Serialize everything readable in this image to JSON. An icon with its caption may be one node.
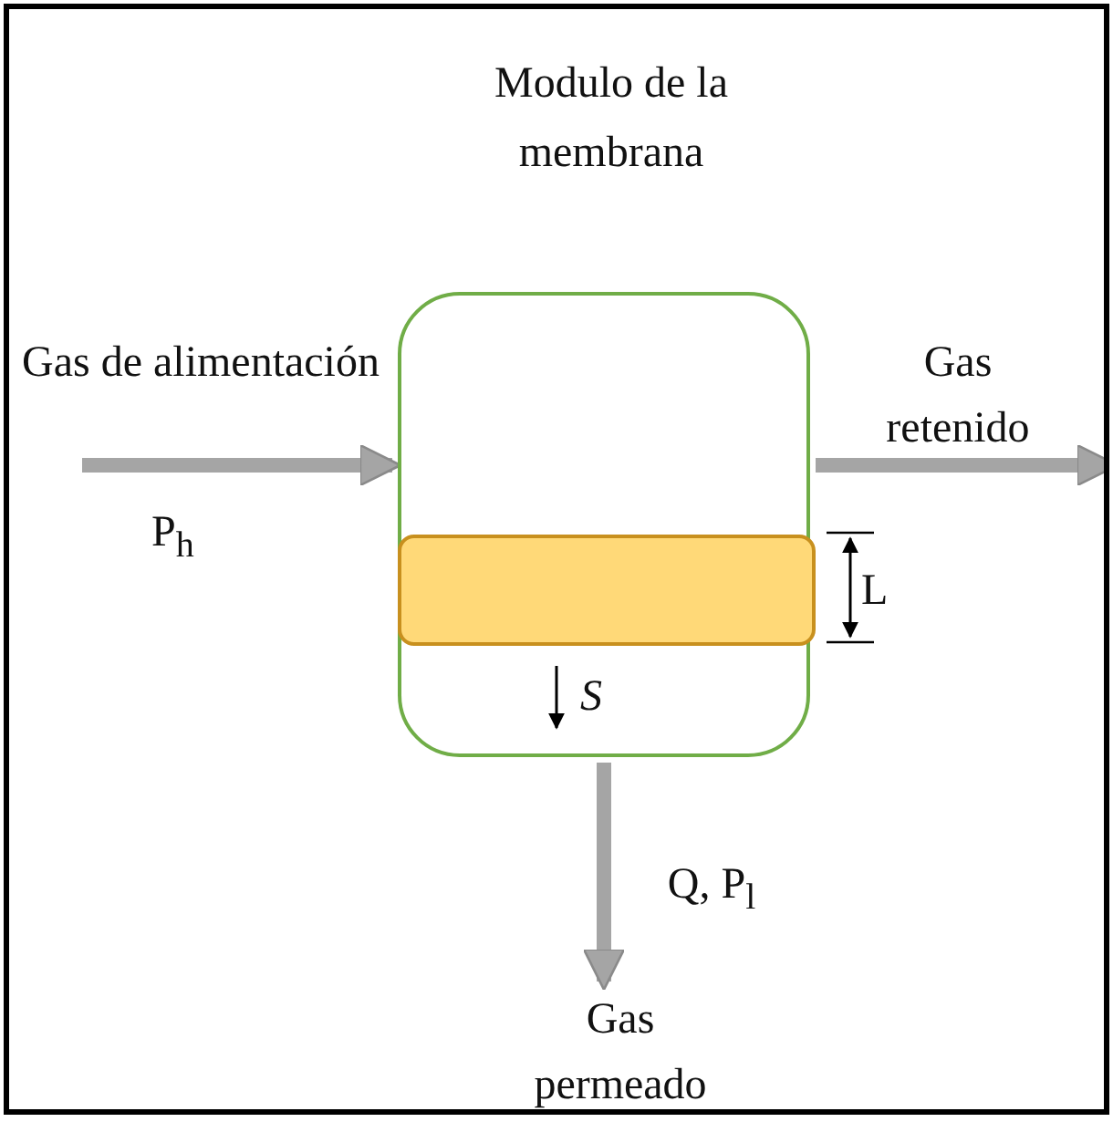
{
  "diagram": {
    "title": "Modulo de la membrana",
    "nodes": [
      {
        "text": [],
        "shape": "box"
      },
      {
        "text": [],
        "shape": "bar",
        "in": 0
      },
      {
        "text": [
          "Gas permeado"
        ]
      }
    ],
    "edges": [
      {
        "from": null,
        "to": 0,
        "arrow": "to",
        "label": "Gas de alimentación"
      },
      {
        "from": 0,
        "to": null,
        "arrow": "to",
        "label": "Gas retenido"
      },
      {
        "from": 0,
        "to": 2,
        "arrow": "to",
        "label": "Q, P$_{l}$"
      }
    ],
    "labels": [
      "P$_{h}$",
      "L",
      "S⃗"
    ]
  }
}
